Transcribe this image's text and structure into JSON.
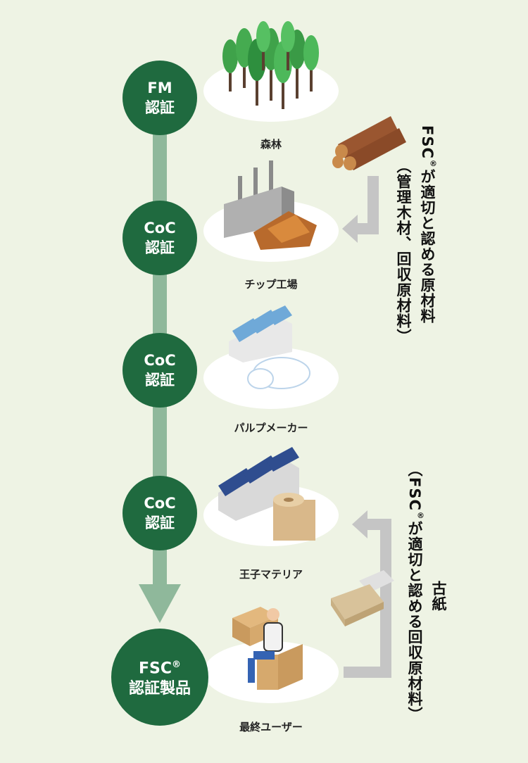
{
  "nodes": [
    {
      "badge": "FM",
      "badge2": "認証",
      "label": "森林"
    },
    {
      "badge": "CoC",
      "badge2": "認証",
      "label": "チップ工場"
    },
    {
      "badge": "CoC",
      "badge2": "認証",
      "label": "パルプメーカー"
    },
    {
      "badge": "CoC",
      "badge2": "認証",
      "label": "王子マテリア"
    },
    {
      "badge": "FSC",
      "badge_mark": "®",
      "badge2": "認証製品",
      "label": "最終ユーザー"
    }
  ],
  "annotations": {
    "top_main": "FSC",
    "top_mark": "®",
    "top_rest": "が適切と認める原材料",
    "top_paren": "（管理木材、回収原材料）",
    "bottom_main": "古紙",
    "bottom_paren_a": "（FSC",
    "bottom_mark": "®",
    "bottom_paren_b": "が適切と認める回収原材料）"
  },
  "colors": {
    "badge": "#1f6a3f",
    "arrow": "#8fb89b",
    "gray_arrow": "#c5c5c5",
    "background": "#eef3e4"
  }
}
